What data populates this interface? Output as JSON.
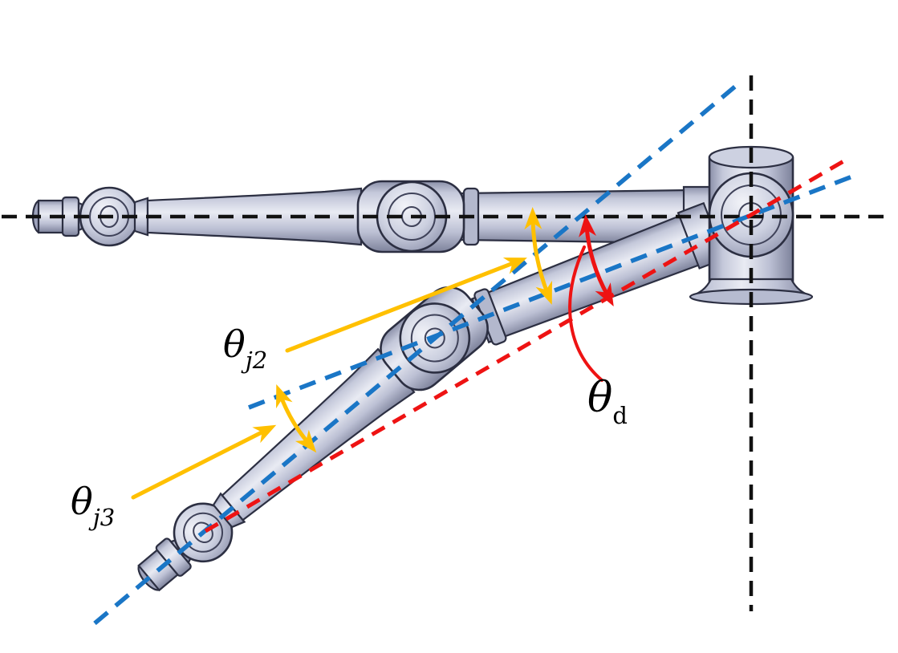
{
  "figure": {
    "labels": {
      "theta_j2": {
        "symbol": "θ",
        "subscript": "j2"
      },
      "theta_j3": {
        "symbol": "θ",
        "subscript": "j3"
      },
      "theta_d": {
        "symbol": "θ",
        "subscript": "d"
      }
    },
    "colors": {
      "reference_black": "#111111",
      "joint_axis_blue": "#1a76c6",
      "deflection_red": "#ee1313",
      "annotation_yellow": "#ffc000",
      "arm_body_fill": "#c6cadd",
      "background": "#ffffff"
    }
  }
}
